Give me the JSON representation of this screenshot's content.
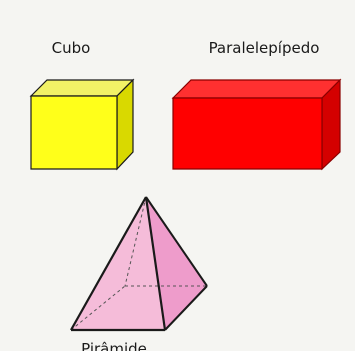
{
  "shapes": [
    {
      "label": "Cubo",
      "color": "#ffff1a"
    },
    {
      "label": "Paralelepípedo",
      "color": "#ff0000"
    },
    {
      "label": "Pirâmide",
      "color": "#f5b8d6"
    }
  ],
  "colors": {
    "background": "#f5f5f2",
    "cube_front": "#ffff1a",
    "cube_top": "#f2f266",
    "cube_side": "#d9d900",
    "box_front": "#ff0000",
    "box_top": "#ff3030",
    "box_side": "#d40000",
    "pyramid_left": "#f5bcd9",
    "pyramid_right": "#ee9ccb",
    "edge": "#1a1a1a"
  }
}
